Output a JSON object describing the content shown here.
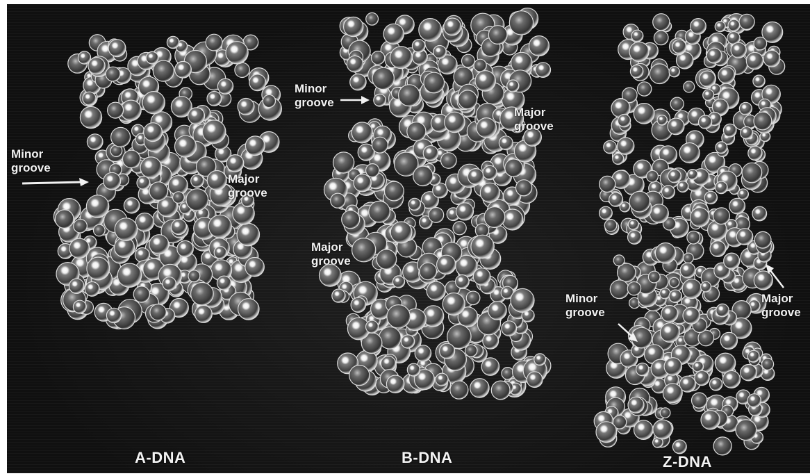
{
  "models": [
    {
      "title": "A-DNA",
      "labels": [
        {
          "id": "a-minor",
          "text": "Minor\ngroove"
        },
        {
          "id": "a-major",
          "text": "Major\ngroove"
        }
      ]
    },
    {
      "title": "B-DNA",
      "labels": [
        {
          "id": "b-minor",
          "text": "Minor\ngroove"
        },
        {
          "id": "b-major-top",
          "text": "Major\ngroove"
        },
        {
          "id": "b-major-mid",
          "text": "Major\ngroove"
        }
      ]
    },
    {
      "title": "Z-DNA",
      "labels": [
        {
          "id": "z-minor",
          "text": "Minor\ngroove"
        },
        {
          "id": "z-major",
          "text": "Major\ngroove"
        }
      ]
    }
  ],
  "colors": {
    "background": "#101010",
    "atom_fill": "#5c5c5c",
    "atom_rim": "#d8d8d8",
    "atom_highlight": "#ffffff",
    "label": "#f2f2f2"
  }
}
